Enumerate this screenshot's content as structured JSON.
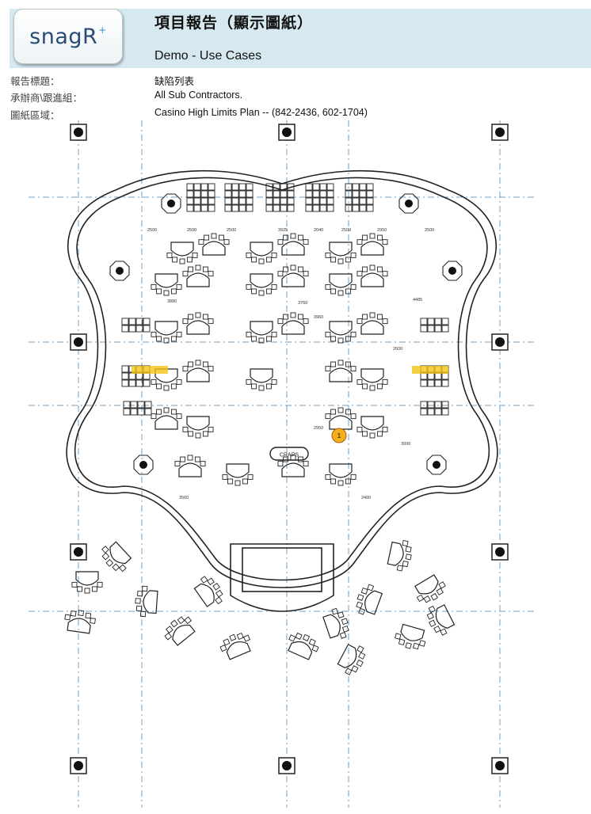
{
  "header": {
    "logo_text": "snagR",
    "title": "項目報告（顯示圖紙）",
    "subtitle": "Demo - Use Cases"
  },
  "meta": [
    {
      "label": "報告標題：",
      "value": "缺陷列表"
    },
    {
      "label": "承辦商\\跟進組：",
      "value": "All Sub Contractors."
    },
    {
      "label": "圖紙區域：",
      "value": "Casino High Limits Plan -- (842-2436, 602-1704)"
    }
  ],
  "drawing": {
    "center_label": "CRAPS",
    "dimensions": [
      "2500",
      "2500",
      "2500",
      "3925",
      "2040",
      "2500",
      "2950",
      "2500",
      "3880",
      "3760",
      "3960",
      "2950",
      "4485",
      "3000",
      "2600",
      "3560",
      "2400"
    ],
    "marker": {
      "label": "1",
      "color": "#f0b020"
    }
  }
}
